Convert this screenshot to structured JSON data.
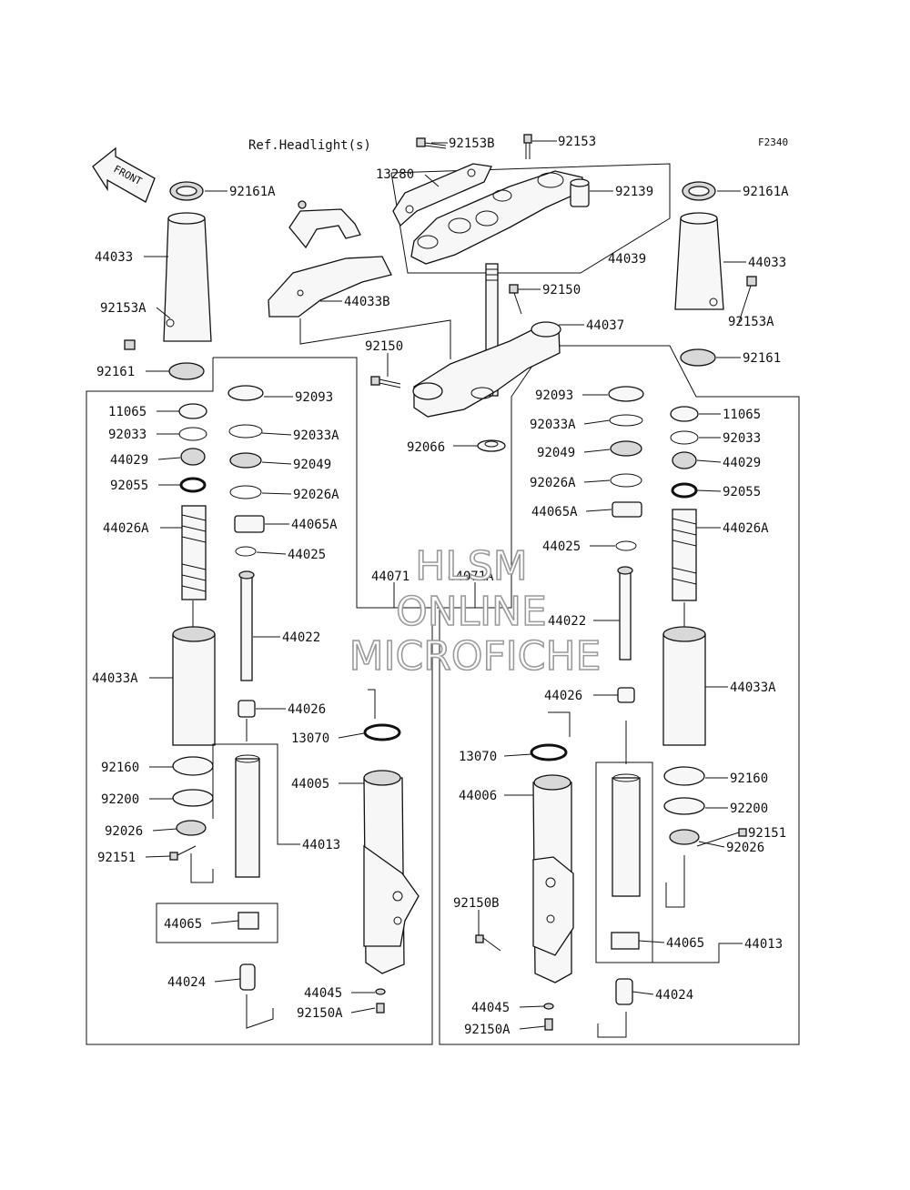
{
  "diagram": {
    "figure_code": "F2340",
    "ref_note": "Ref.Headlight(s)",
    "direction_label": "FRONT",
    "watermark": [
      "HLSM",
      "ONLINE",
      "MICROFICHE"
    ],
    "labels": {
      "l_92153B": "92153B",
      "l_92153_top": "92153",
      "l_13280": "13280",
      "l_92139": "92139",
      "l_44039": "44039",
      "l_92161A_left": "92161A",
      "l_44033_left": "44033",
      "l_92153A_left": "92153A",
      "l_92161_left": "92161",
      "l_44033B": "44033B",
      "l_92150_right": "92150",
      "l_44037": "44037",
      "l_92150_left": "92150",
      "l_92066": "92066",
      "l_92161A_right": "92161A",
      "l_44033_right": "44033",
      "l_92153A_right": "92153A",
      "l_92161_right": "92161",
      "l_92093_left": "92093",
      "l_92033A_left": "92033A",
      "l_92049_left": "92049",
      "l_92026A_left": "92026A",
      "l_44065A_left": "44065A",
      "l_44025_left": "44025",
      "l_44022_left": "44022",
      "l_44026_left": "44026",
      "l_11065_left": "11065",
      "l_92033_left": "92033",
      "l_44029_left": "44029",
      "l_92055_left": "92055",
      "l_44026A_left": "44026A",
      "l_44033A_left": "44033A",
      "l_92160_left": "92160",
      "l_92200_left": "92200",
      "l_92026_left": "92026",
      "l_92151_left": "92151",
      "l_44013_left": "44013",
      "l_44065_left": "44065",
      "l_44024_left": "44024",
      "l_13070_left": "13070",
      "l_44005": "44005",
      "l_44045_left": "44045",
      "l_92150A_left": "92150A",
      "l_44071": "44071",
      "l_44071A": "44071A",
      "l_92093_right": "92093",
      "l_92033A_right": "92033A",
      "l_92049_right": "92049",
      "l_92026A_right": "92026A",
      "l_44065A_right": "44065A",
      "l_44025_right": "44025",
      "l_44022_right": "44022",
      "l_44026_right": "44026",
      "l_13070_right": "13070",
      "l_44006": "44006",
      "l_92150B": "92150B",
      "l_44045_right": "44045",
      "l_92150A_right": "92150A",
      "l_11065_right": "11065",
      "l_92033_right": "92033",
      "l_44029_right": "44029",
      "l_92055_right": "92055",
      "l_44026A_right": "44026A",
      "l_44033A_right": "44033A",
      "l_92160_right": "92160",
      "l_92200_right": "92200",
      "l_92151_right": "92151",
      "l_92026_right": "92026",
      "l_44065_right": "44065",
      "l_44013_right": "44013",
      "l_44024_right": "44024"
    }
  }
}
